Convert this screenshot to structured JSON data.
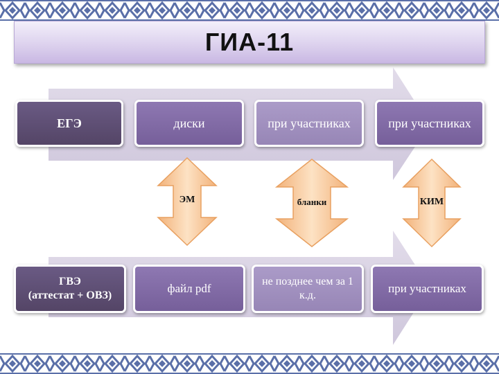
{
  "title": "ГИА-11",
  "top_row": {
    "label": "ЕГЭ",
    "steps": [
      "диски",
      "при участниках",
      "при участниках"
    ]
  },
  "bottom_row": {
    "label_line1": "ГВЭ",
    "label_line2": "(аттестат + ОВЗ)",
    "steps": [
      "файл pdf",
      "не позднее чем за 1 к.д.",
      "при участниках"
    ]
  },
  "connectors": [
    "ЭМ",
    "бланки",
    "КИМ"
  ],
  "colors": {
    "dark_box": "#5b4b6e",
    "mid_box": "#8068a8",
    "light_box": "#a090c0",
    "peach_arrow": "#f6c28d",
    "ornament": "#5a6fa8"
  }
}
